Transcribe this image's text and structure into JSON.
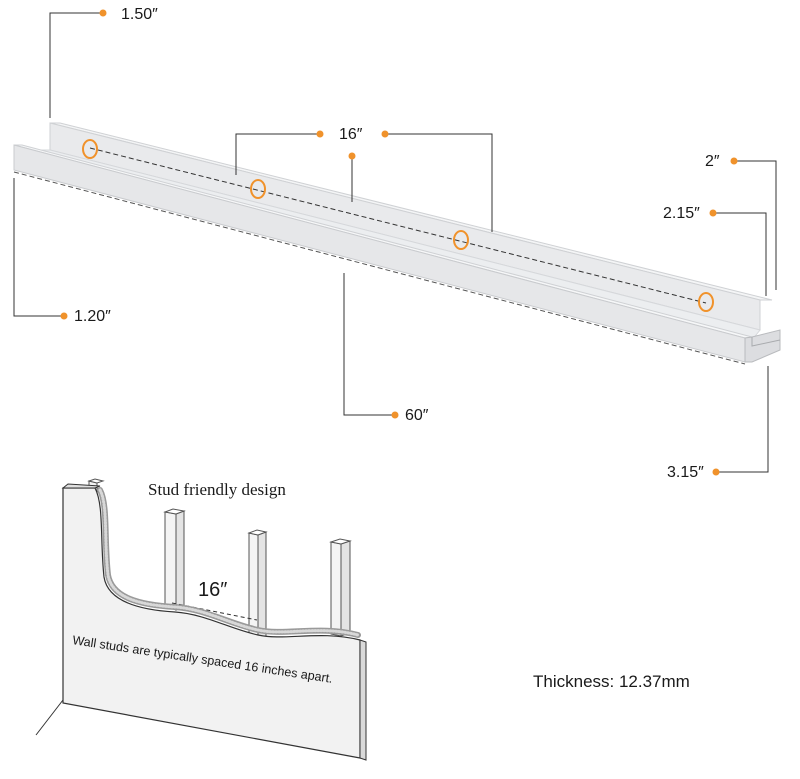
{
  "colors": {
    "accent": "#F0922B",
    "shelf": "#EDEEF0",
    "wall": "#F0F0F0",
    "line": "#333333"
  },
  "shelf_dimensions": {
    "lip_height": "1.50″",
    "hole_spacing": "16″",
    "depth_top": "2″",
    "depth_mid": "2.15″",
    "front_height": "1.20″",
    "length": "60″",
    "depth_bottom": "3.15″"
  },
  "stud_section": {
    "title": "Stud friendly design",
    "spacing_label": "16″",
    "caption": "Wall studs are typically spaced 16 inches apart."
  },
  "thickness": "Thickness: 12.37mm",
  "icons": {
    "mounting_hole": "mounting-hole-icon",
    "dimension_dot": "dimension-dot-icon"
  }
}
